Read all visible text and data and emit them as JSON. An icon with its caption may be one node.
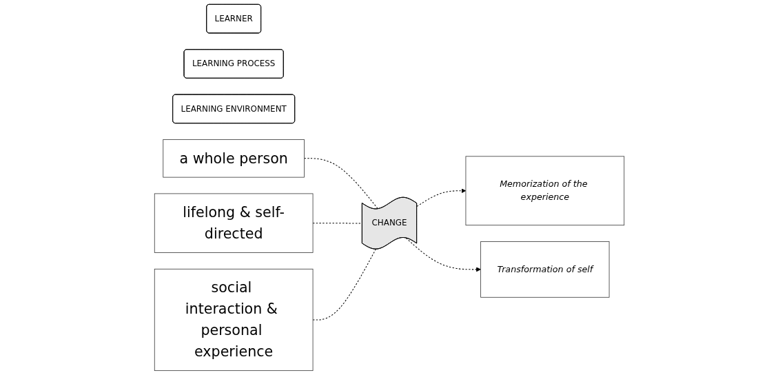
{
  "diagram": {
    "nodes": [
      {
        "text": [
          "LEARNER"
        ]
      },
      {
        "text": [
          "LEARNING PROCESS"
        ]
      },
      {
        "text": [
          "LEARNING ENVIRONMENT"
        ]
      },
      {
        "text": [
          "a whole person"
        ]
      },
      {
        "text": [
          "lifelong & self-directed"
        ]
      },
      {
        "text": [
          "social interaction & personal experience"
        ]
      },
      {
        "text": [
          "CHANGE"
        ]
      },
      {
        "text": [
          "Memorization of the experience"
        ]
      },
      {
        "text": [
          "Transformation of self"
        ]
      }
    ],
    "edges": [
      {
        "from": 3,
        "to": 6,
        "arrow": "none",
        "style": "dashed"
      },
      {
        "from": 4,
        "to": 6,
        "arrow": "none",
        "style": "dashed"
      },
      {
        "from": 5,
        "to": 6,
        "arrow": "none",
        "style": "dashed"
      },
      {
        "from": 6,
        "to": 7,
        "arrow": "to",
        "style": "dashed"
      },
      {
        "from": 6,
        "to": 8,
        "arrow": "to",
        "style": "dashed"
      }
    ]
  }
}
